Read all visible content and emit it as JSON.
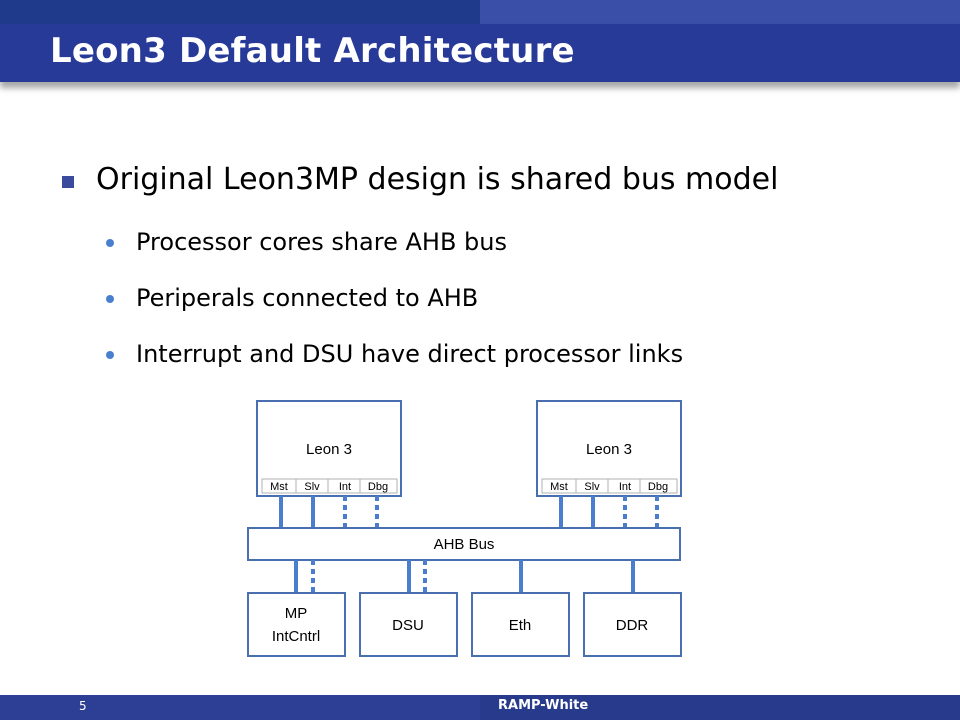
{
  "slide": {
    "title": "Leon3 Default Architecture",
    "bullet_main": "Original Leon3MP design is shared bus model",
    "sub_bullets": [
      "Processor cores share AHB bus",
      "Periperals connected to AHB",
      "Interrupt and DSU have direct processor links"
    ],
    "slide_number": "5",
    "footer": "RAMP-White"
  },
  "diagram": {
    "processors": [
      {
        "label": "Leon 3",
        "ports": [
          "Mst",
          "Slv",
          "Int",
          "Dbg"
        ]
      },
      {
        "label": "Leon 3",
        "ports": [
          "Mst",
          "Slv",
          "Int",
          "Dbg"
        ]
      }
    ],
    "bus_label": "AHB Bus",
    "peripherals": [
      {
        "label_line1": "MP",
        "label_line2": "IntCntrl"
      },
      {
        "label_line1": "DSU",
        "label_line2": ""
      },
      {
        "label_line1": "Eth",
        "label_line2": ""
      },
      {
        "label_line1": "DDR",
        "label_line2": ""
      }
    ]
  },
  "colors": {
    "title_bar": "#273a98",
    "box_stroke": "#4a6fb0",
    "link": "#4a7fd0"
  }
}
